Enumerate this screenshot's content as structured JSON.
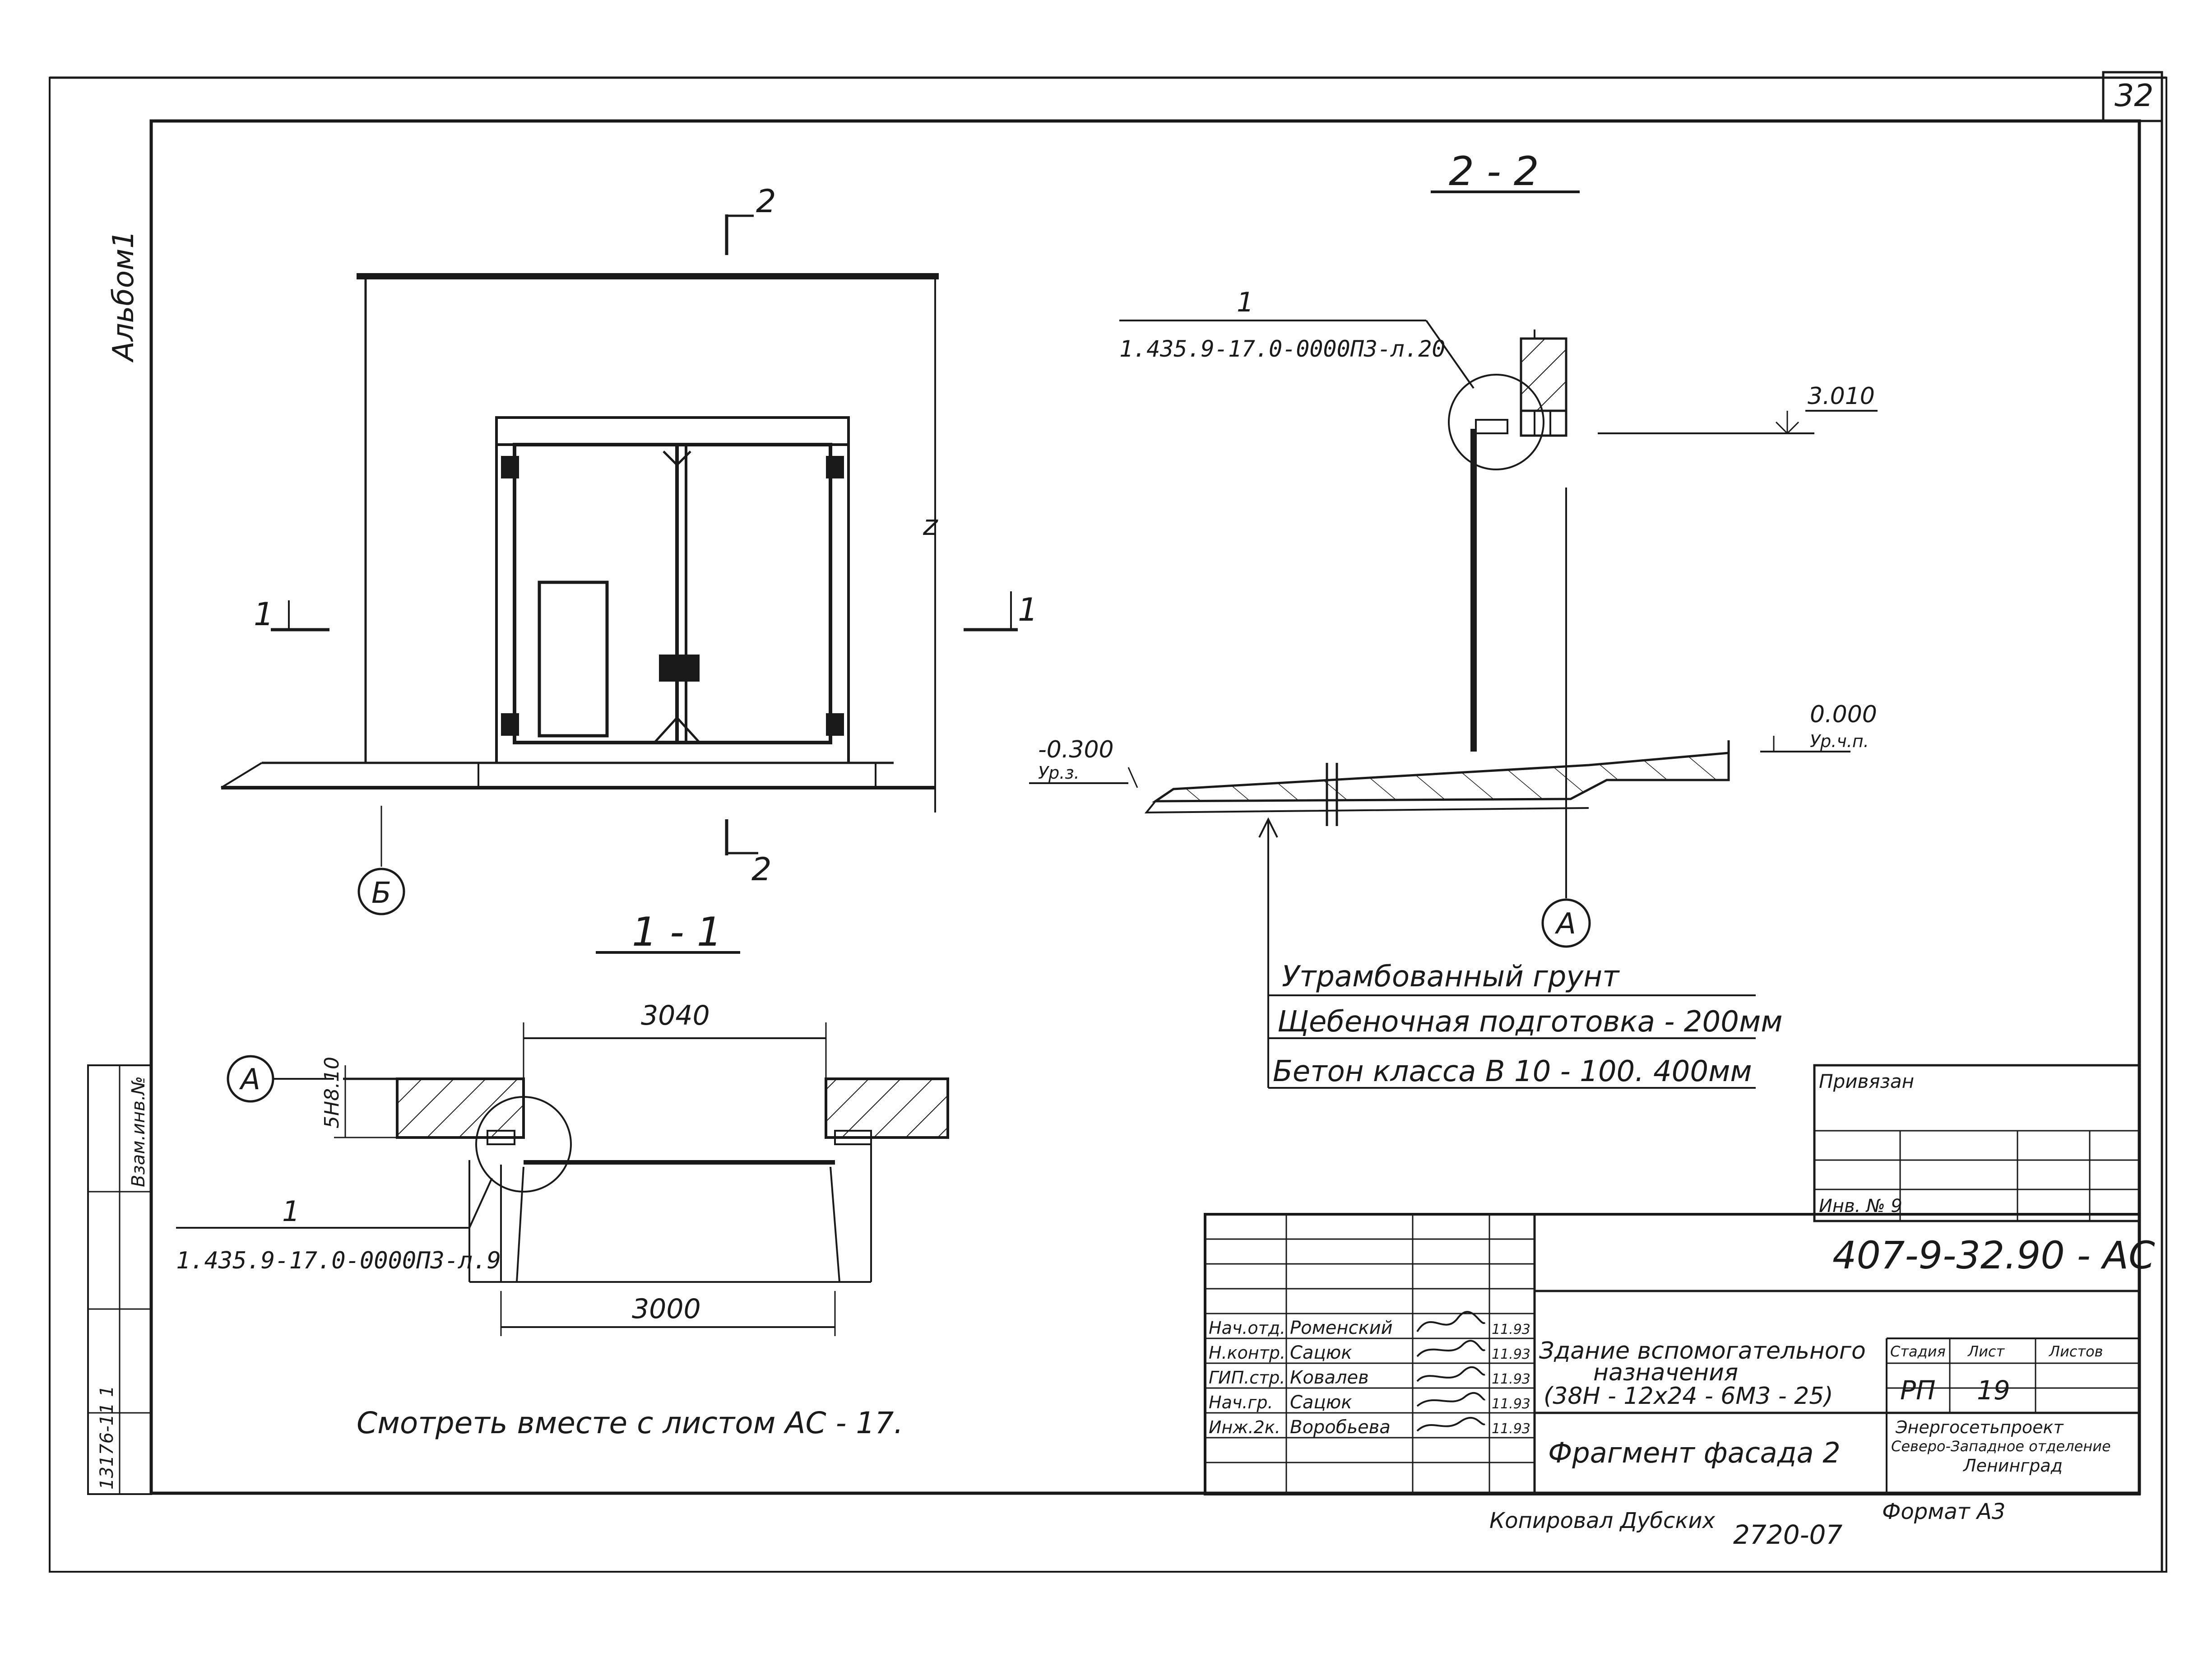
{
  "sheet": {
    "sheet_no": "32",
    "album_label": "Альбом1",
    "side_stamp": [
      "13176-11 1",
      "Взам.инв.№"
    ]
  },
  "facade": {
    "axis_label": "Б",
    "section_1": "1",
    "section_2": "2",
    "height_mark": "z"
  },
  "section_1_1": {
    "title": "1 - 1",
    "axis_label": "А",
    "dim_top": "3040",
    "dim_bottom": "3000",
    "dim_side": "5Н8.10",
    "ref_num": "1",
    "ref_doc": "1.435.9-17.0-0000ПЗ-л.9"
  },
  "section_2_2": {
    "title": "2 - 2",
    "axis_label": "А",
    "ref_num": "1",
    "ref_doc": "1.435.9-17.0-0000ПЗ-л.20",
    "level_top": "3.010",
    "level_zero": "0.000",
    "level_zero_note": "Ур.ч.п.",
    "level_ground": "-0.300",
    "level_ground_note": "Ур.з."
  },
  "layers": [
    "Утрамбованный грунт",
    "Щебеночная подготовка - 200мм",
    "Бетон класса В 10 -    100. 400мм"
  ],
  "see_also": "Смотреть    вместе   с   листом     АС - 17.",
  "binding": {
    "title": "Привязан",
    "inv": "Инв. № 9"
  },
  "title_block": {
    "code": "407-9-32.90 - АС",
    "building": [
      "Здание вспомогательного",
      "назначения",
      "(38Н - 12х24 - 6М3 - 25)"
    ],
    "sheet_title": "Фрагмент фасада 2",
    "col_stage": "Стадия",
    "col_sheet": "Лист",
    "col_sheets": "Листов",
    "stage": "РП",
    "sheet": "19",
    "org": [
      "Энергосетьпроект",
      "Северо-Западное отделение",
      "Ленинград"
    ],
    "roles": [
      "Нач.отд.",
      "Н.контр.",
      "ГИП.стр.",
      "Нач.гр.",
      "Инж.2к."
    ],
    "names": [
      "Роменский",
      "Сацюк",
      "Ковалев",
      "Сацюк",
      "Воробьева"
    ],
    "dates": [
      "11.93",
      "11.93",
      "11.93",
      "11.93",
      "11.93"
    ]
  },
  "footer": {
    "copied": "Копировал  Дубских",
    "format": "Формат А3",
    "order_no": "2720-07"
  }
}
